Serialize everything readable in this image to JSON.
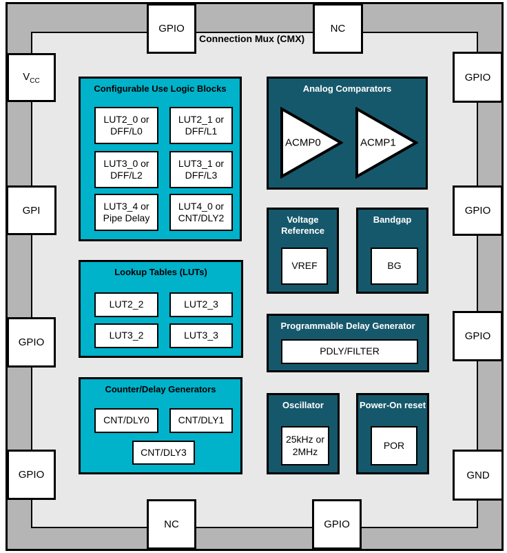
{
  "colors": {
    "cyan": "#00b2ca",
    "teal": "#16586b",
    "frame-gray": "#b5b5b5",
    "inner-gray": "#e8e8e8"
  },
  "header": {
    "cmx_label": "Connection Mux (CMX)"
  },
  "pins": {
    "top_gpio": "GPIO",
    "top_nc": "NC",
    "left_vcc_main": "V",
    "left_vcc_sub": "CC",
    "left_gpi": "GPI",
    "left_gpio1": "GPIO",
    "left_gpio2": "GPIO",
    "right_gpio1": "GPIO",
    "right_gpio2": "GPIO",
    "right_gpio3": "GPIO",
    "right_gnd": "GND",
    "bottom_nc": "NC",
    "bottom_gpio": "GPIO"
  },
  "blocks": {
    "culb": {
      "title": "Configurable Use Logic Blocks",
      "cells": [
        "LUT2_0 or DFF/L0",
        "LUT2_1 or DFF/L1",
        "LUT3_0 or DFF/L2",
        "LUT3_1 or DFF/L3",
        "LUT3_4 or Pipe Delay",
        "LUT4_0 or CNT/DLY2"
      ]
    },
    "luts": {
      "title": "Lookup Tables (LUTs)",
      "cells": [
        "LUT2_2",
        "LUT2_3",
        "LUT3_2",
        "LUT3_3"
      ]
    },
    "cdg": {
      "title": "Counter/Delay Generators",
      "cells": [
        "CNT/DLY0",
        "CNT/DLY1",
        "CNT/DLY3"
      ]
    },
    "acmp": {
      "title": "Analog Comparators",
      "comparators": [
        "ACMP0",
        "ACMP1"
      ]
    },
    "vref": {
      "title": "Voltage Reference",
      "cell": "VREF"
    },
    "bandgap": {
      "title": "Bandgap",
      "cell": "BG"
    },
    "pdg": {
      "title": "Programmable Delay Generator",
      "cell": "PDLY/FILTER"
    },
    "osc": {
      "title": "Oscillator",
      "cell": "25kHz or 2MHz"
    },
    "por": {
      "title": "Power-On reset",
      "cell": "POR"
    }
  }
}
